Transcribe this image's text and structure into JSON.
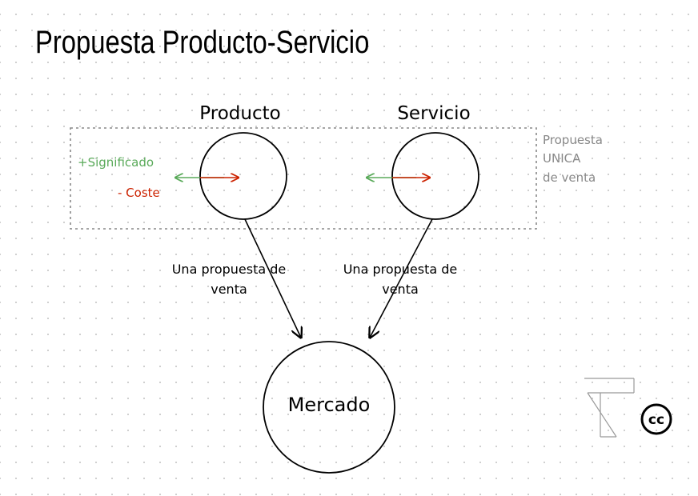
{
  "title": "Propuesta Producto-Servicio",
  "nodes": {
    "producto": "Producto",
    "servicio": "Servicio",
    "mercado": "Mercado"
  },
  "annotations": {
    "significado": "+Significado",
    "coste": "- Coste",
    "unica_line1": "Propuesta",
    "unica_line2": "UNICA",
    "unica_line3": "de venta"
  },
  "edges": {
    "left_line1": "Una propuesta de",
    "left_line2": "venta",
    "right_line1": "Una propuesta de",
    "right_line2": "venta"
  },
  "badges": {
    "cc": "cc"
  },
  "colors": {
    "green": "#5aaa5a",
    "red": "#cc2200",
    "gray": "#888888",
    "black": "#000000"
  }
}
